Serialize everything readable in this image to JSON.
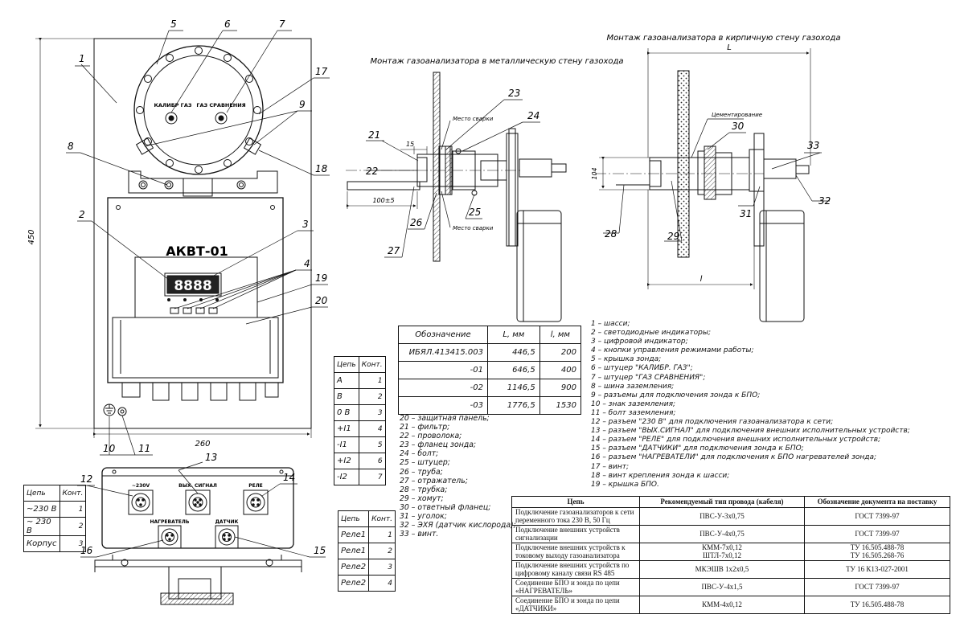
{
  "front_view": {
    "device_name": "АКВТ-01",
    "probe_label_calib": "КАЛИБР ГАЗ",
    "probe_label_ref": "ГАЗ СРАВНЕНИЯ",
    "display_digits": "8888",
    "width_dim": "260",
    "height_dim": "450",
    "callouts": [
      "1",
      "2",
      "3",
      "4",
      "5",
      "6",
      "7",
      "8",
      "9",
      "10",
      "11",
      "17",
      "18",
      "19",
      "20"
    ]
  },
  "bottom_view": {
    "connector_230": "~230V",
    "connector_out": "ВЫХ. СИГНАЛ",
    "connector_relay": "РЕЛЕ",
    "connector_heater": "НАГРЕВАТЕЛЬ",
    "connector_sensor": "ДАТЧИК",
    "callouts": [
      "12",
      "13",
      "14",
      "15",
      "16"
    ]
  },
  "section_metal": {
    "title": "Монтаж газоанализатора в металлическую стену газохода",
    "weld_label_top": "Место сварки",
    "weld_label_bottom": "Место сварки",
    "dim_15": "15",
    "dim_100": "100±5",
    "callouts": [
      "21",
      "22",
      "23",
      "24",
      "25",
      "26",
      "27"
    ]
  },
  "section_brick": {
    "title": "Монтаж газоанализатора в кирпичную стену газохода",
    "cement_label": "Цементирование",
    "dim_L": "L",
    "dim_l": "l",
    "dim_104": "104",
    "callouts": [
      "28",
      "29",
      "30",
      "31",
      "32",
      "33"
    ]
  },
  "pin_table_230": {
    "header": [
      "Цепь",
      "Конт."
    ],
    "rows": [
      [
        "~230 В",
        "1"
      ],
      [
        "~ 230 В",
        "2"
      ],
      [
        "Корпус",
        "3"
      ]
    ]
  },
  "pin_table_signal": {
    "header": [
      "Цепь",
      "Конт."
    ],
    "rows": [
      [
        "A",
        "1"
      ],
      [
        "B",
        "2"
      ],
      [
        "0 В",
        "3"
      ],
      [
        "+I1",
        "4"
      ],
      [
        "-I1",
        "5"
      ],
      [
        "+I2",
        "6"
      ],
      [
        "-I2",
        "7"
      ]
    ]
  },
  "pin_table_relay": {
    "header": [
      "Цепь",
      "Конт."
    ],
    "rows": [
      [
        "Реле1",
        "1"
      ],
      [
        "Реле1",
        "2"
      ],
      [
        "Реле2",
        "3"
      ],
      [
        "Реле2",
        "4"
      ]
    ]
  },
  "model_table": {
    "header": [
      "Обозначение",
      "L, мм",
      "l, мм"
    ],
    "rows": [
      [
        "ИБЯЛ.413415.003",
        "446,5",
        "200"
      ],
      [
        "-01",
        "646,5",
        "400"
      ],
      [
        "-02",
        "1146,5",
        "900"
      ],
      [
        "-03",
        "1776,5",
        "1530"
      ]
    ]
  },
  "legend_left": [
    "20 – защитная панель;",
    "21 – фильтр;",
    "22 – проволока;",
    "23 – фланец зонда;",
    "24 – болт;",
    "25 – штуцер;",
    "26 – труба;",
    "27 – отражатель;",
    "28 – трубка;",
    "29 – хомут;",
    "30 – ответный фланец;",
    "31 – уголок;",
    "32 – ЭХЯ (датчик кислорода);",
    "33 – винт."
  ],
  "legend_right": [
    "1 – шасси;",
    "2 – светодиодные индикаторы;",
    "3 – цифровой индикатор;",
    "4 – кнопки управления режимами работы;",
    "5 – крышка зонда;",
    "6 – штуцер \"КАЛИБР. ГАЗ\";",
    "7 – штуцер \"ГАЗ СРАВНЕНИЯ\";",
    "8 – шина заземления;",
    "9 – разъемы для подключения зонда к БПО;",
    "10 – знак заземления;",
    "11 – болт заземления;",
    "12 – разъем \"230 В\" для подключения газоанализатора к сети;",
    "13 – разъем \"ВЫХ.СИГНАЛ\" для подключения внешних исполнительных устройств;",
    "14 – разъем \"РЕЛЕ\" для подключения внешних исполнительных устройств;",
    "15 – разъем \"ДАТЧИКИ\" для подключения зонда к БПО;",
    "16 – разъем \"НАГРЕВАТЕЛИ\" для подключения к БПО нагревателей зонда;",
    "17 – винт;",
    "18 – винт крепления зонда к шасси;",
    "19 – крышка БПО."
  ],
  "cable_table": {
    "header": [
      "Цепь",
      "Рекомендуемый тип провода (кабеля)",
      "Обозначение документа на поставку"
    ],
    "rows": [
      [
        "Подключение газоанализаторов к сети переменного тока 230 В, 50 Гц",
        "ПВС-У-3х0,75",
        "ГОСТ 7399-97"
      ],
      [
        "Подключение внешних устройств сигнализации",
        "ПВС-У-4х0,75",
        "ГОСТ 7399-97"
      ],
      [
        "Подключение внешних устройств к токовому выходу газоанализатора",
        "КММ-7х0,12\nШТЛ-7х0,12",
        "ТУ 16.505.488-78\nТУ 16.505.268-76"
      ],
      [
        "Подключение внешних устройств по цифровому каналу связи RS 485",
        "МКЭШВ 1х2х0,5",
        "ТУ 16 К13-027-2001"
      ],
      [
        "Соединение БПО и зонда по цепи «НАГРЕВАТЕЛЬ»",
        "ПВС-У-4х1,5",
        "ГОСТ 7399-97"
      ],
      [
        "Соединение БПО и зонда по цепи «ДАТЧИКИ»",
        "КММ-4х0,12",
        "ТУ 16.505.488-78"
      ]
    ]
  }
}
